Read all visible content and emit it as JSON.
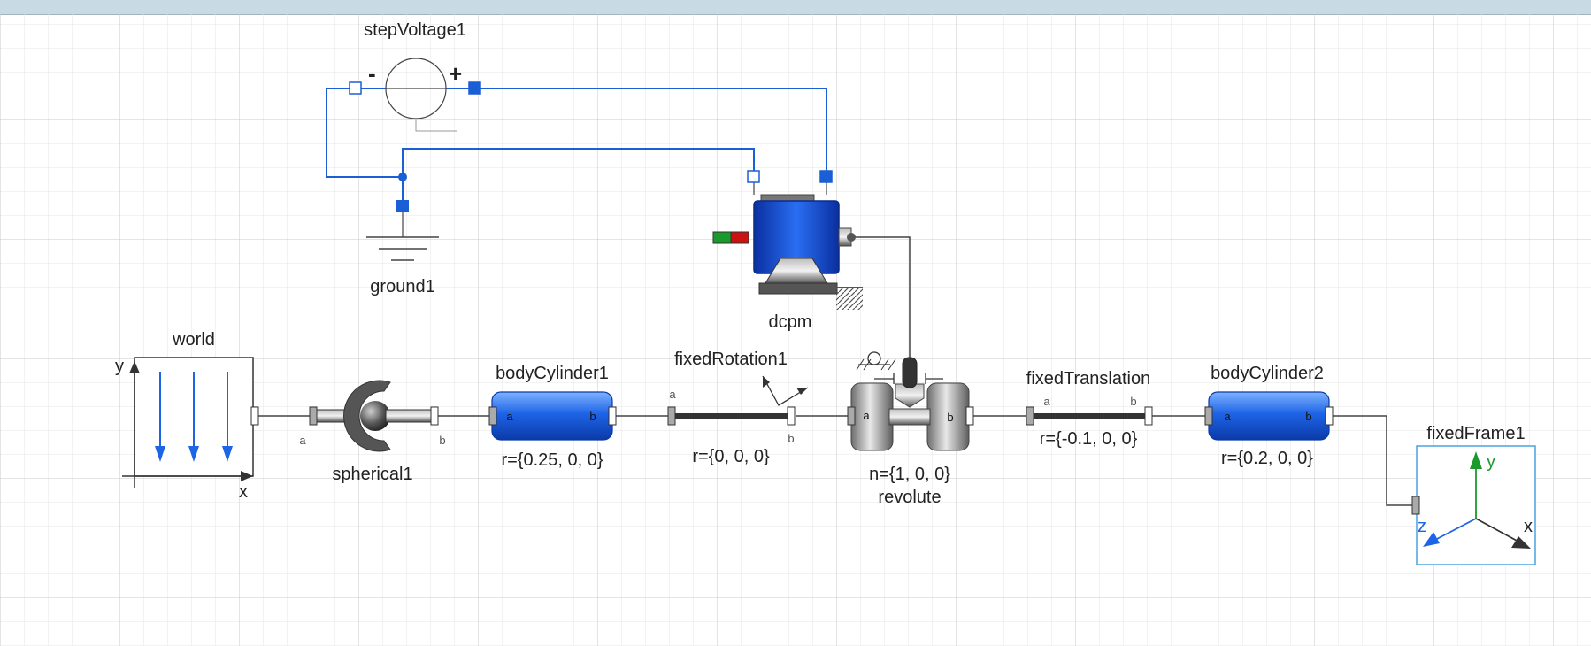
{
  "diagram": {
    "components": {
      "stepVoltage1": {
        "label": "stepVoltage1",
        "minus": "-",
        "plus": "+"
      },
      "ground1": {
        "label": "ground1"
      },
      "dcpm": {
        "label": "dcpm"
      },
      "world": {
        "label": "world",
        "axis_x": "x",
        "axis_y": "y"
      },
      "spherical1": {
        "label": "spherical1",
        "port_a": "a",
        "port_b": "b"
      },
      "bodyCylinder1": {
        "label": "bodyCylinder1",
        "param": "r={0.25, 0, 0}",
        "port_a": "a",
        "port_b": "b"
      },
      "fixedRotation1": {
        "label": "fixedRotation1",
        "param": "r={0, 0, 0}",
        "port_a": "a",
        "port_b": "b"
      },
      "revolute": {
        "label": "revolute",
        "param": "n={1, 0, 0}",
        "port_a": "a",
        "port_b": "b"
      },
      "fixedTranslation": {
        "label": "fixedTranslation",
        "param": "r={-0.1, 0, 0}",
        "port_a": "a",
        "port_b": "b"
      },
      "bodyCylinder2": {
        "label": "bodyCylinder2",
        "param": "r={0.2, 0, 0}",
        "port_a": "a",
        "port_b": "b"
      },
      "fixedFrame1": {
        "label": "fixedFrame1",
        "axis_x": "x",
        "axis_y": "y",
        "axis_z": "z"
      }
    },
    "colors": {
      "electric_wire": "#1b5fd6",
      "mechanical_wire": "#444444",
      "body_blue": "#1e64e6",
      "grid": "#d9d9d9"
    }
  }
}
